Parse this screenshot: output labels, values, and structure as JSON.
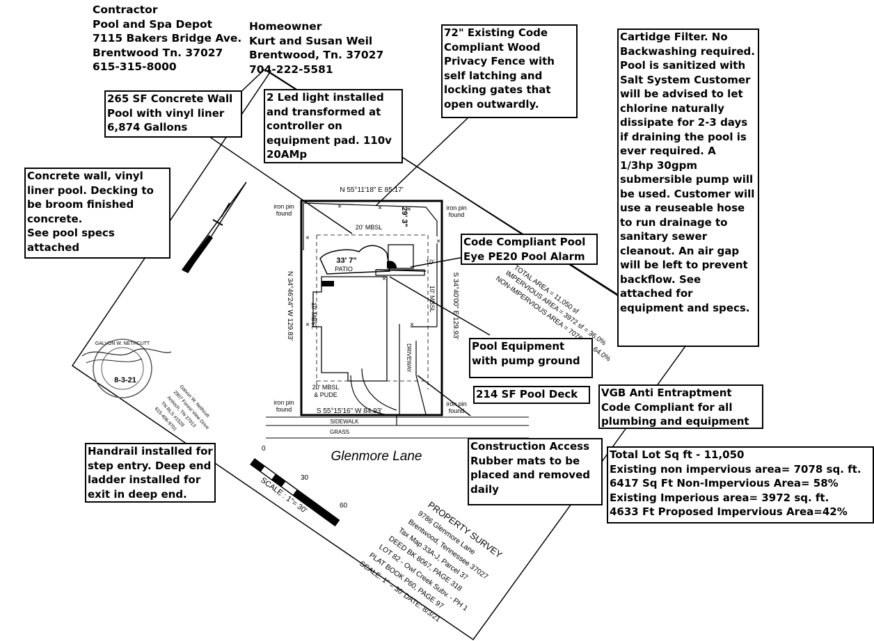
{
  "contractor": {
    "lines": [
      "Contractor",
      "Pool and Spa Depot",
      "7115 Bakers Bridge Ave.",
      "Brentwood Tn. 37027",
      "615-315-8000"
    ]
  },
  "homeowner": {
    "lines": [
      "Homeowner",
      "Kurt and Susan Weil",
      "Brentwood, Tn. 37027",
      "704-222-5581"
    ]
  },
  "callouts": {
    "wall_pool": [
      "265 SF Concrete Wall",
      "Pool with vinyl liner",
      "6,874 Gallons"
    ],
    "led_lights": [
      "2 Led light installed",
      "and transformed at",
      "controller on",
      "equipment pad. 110v",
      "20AMp"
    ],
    "fence": [
      "72\" Existing  Code",
      "Compliant Wood",
      "Privacy Fence with",
      "self latching and",
      "locking gates that",
      "open outwardly."
    ],
    "filter": [
      "Cartidge Filter. No",
      "Backwashing required.",
      "Pool is sanitized with",
      "Salt System  Customer",
      "will be advised to let",
      "chlorine naturally",
      "dissipate for 2-3 days",
      "if draining the pool is",
      "ever required.  A",
      "1/3hp 30gpm",
      "submersible pump will",
      "be used. Customer will",
      "use a reuseable hose",
      "to run drainage to",
      "sanitary sewer",
      "cleanout. An air gap",
      "will be left to prevent",
      "backflow.  See",
      "attached for",
      "equipment and specs."
    ],
    "concrete_wall": [
      "Concrete wall, vinyl",
      "liner pool. Decking to",
      "be broom finished",
      "concrete.",
      " See pool specs",
      "attached"
    ],
    "alarm": [
      "Code Compliant Pool",
      "Eye PE20 Pool Alarm"
    ],
    "equipment": [
      "Pool Equipment",
      "with pump ground"
    ],
    "deck": [
      "214 SF Pool Deck"
    ],
    "vgb": [
      "VGB Anti Entraptment",
      "Code Compliant for all",
      "plumbing and equipment"
    ],
    "handrail": [
      "Handrail installed for",
      "step entry. Deep end",
      "ladder installed for",
      "exit in deep end."
    ],
    "access": [
      "Construction Access",
      "Rubber mats to be",
      "placed and removed",
      "daily"
    ],
    "lot": [
      "Total Lot Sq ft - 11,050",
      "Existing non impervious area= 7078 sq. ft.",
      "6417 Sq Ft  Non-Impervious Area= 58%",
      "Existing Imperious area= 3972 sq. ft.",
      "4633 Ft  Proposed Impervious Area=42%"
    ]
  },
  "survey": {
    "north_bearing": "N 55°11'18\" E",
    "north_dist": "85.17'",
    "west_bearing": "N 34°46'24\" W",
    "west_dist": "129.83'",
    "east_bearing": "S 34°40'00\" E",
    "east_dist": "129.93'",
    "south_bearing": "S 55°15'16\" W",
    "south_dist": "84.93'",
    "iron_pin": "iron pin",
    "found": "found",
    "mbsl_20": "20' MBSL",
    "mbsl_10": "10' MBSL",
    "mbsl_10b": "10' MBSL",
    "mbsl_pude_1": "20' MBSL",
    "mbsl_pude_2": "& PUDE",
    "dim_29": "29' 3\"",
    "dim_33": "33' 7\"",
    "dim_10": "10'",
    "patio": "PATIO",
    "driveway": "DRIVEWAY",
    "sidewalk": "SIDEWALK",
    "grass": "GRASS",
    "street": "Glenmore  Lane",
    "area_total": "TOTAL  AREA = 11,050  sf",
    "area_imp": "IMPERVIOUS  AREA = 3972  sf = 36.0%",
    "area_non": "NON-IMPERVIOUS  AREA = 7078  sf = 64.0%",
    "scale_0": "0",
    "scale_30": "30",
    "scale_60": "60",
    "scale_text": "SCALE : 1\"= 30'",
    "title_lines": [
      "PROPERTY SURVEY",
      "9786 Glenmore Lane",
      "Brentwood, Tennessee 37027",
      "Tax Map 33A-J, Parcel 37",
      "DEED BK 8067, PAGE 318",
      "LOT 82 - Owl Creek Subv. - PH 1",
      "PLAT BOOK P60, PAGE 97",
      "SCALE: 1\" = 30'  DATE: 8/3/21"
    ],
    "surveyor_lines": [
      "Galvon W. Nethcutt",
      "2907 Forest View Drive",
      "Antioch, TN 37013",
      "TN RLS #1528",
      "615-406-9701"
    ],
    "seal_text": "8-3-21",
    "seal_ring": "GALVON W. NETHCUTT"
  }
}
